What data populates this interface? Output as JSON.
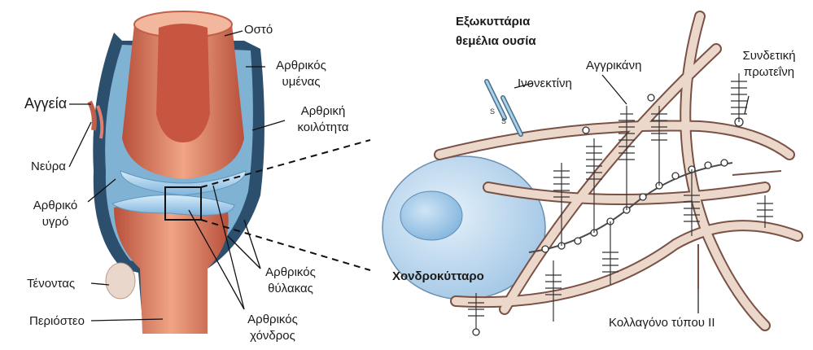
{
  "left_labels": {
    "bone": "Οστό",
    "synovial_membrane_1": "Αρθρικός",
    "synovial_membrane_2": "υμένας",
    "joint_cavity_1": "Αρθρική",
    "joint_cavity_2": "κοιλότητα",
    "vessels": "Αγγεία",
    "nerves": "Νεύρα",
    "synovial_fluid_1": "Αρθρικό",
    "synovial_fluid_2": "υγρό",
    "joint_capsule_1": "Αρθρικός",
    "joint_capsule_2": "θύλακας",
    "tendon": "Τένοντας",
    "periosteum": "Περιόστεο",
    "cartilage_1": "Αρθρικός",
    "cartilage_2": "χόνδρος"
  },
  "right_labels": {
    "matrix_1": "Εξωκυττάρια",
    "matrix_2": "θεμέλια ουσία",
    "fibronectin": "Ινονεκτίνη",
    "aggrecan": "Αγγρικάνη",
    "link_protein_1": "Συνδετική",
    "link_protein_2": "πρωτεΐνη",
    "chondrocyte": "Χονδροκύτταρο",
    "collagen": "Κολλαγόνο τύπου II"
  },
  "colors": {
    "bone_outer": "#e0876a",
    "bone_inner": "#c8614a",
    "cartilage_blue": "#a9d3ee",
    "capsule_dark": "#2c4f6e",
    "collagen_fill": "#e6cfc3",
    "collagen_stroke": "#7a5145",
    "cell_fill": "#c6dff2",
    "nucleus_fill": "#9cc6e8"
  }
}
